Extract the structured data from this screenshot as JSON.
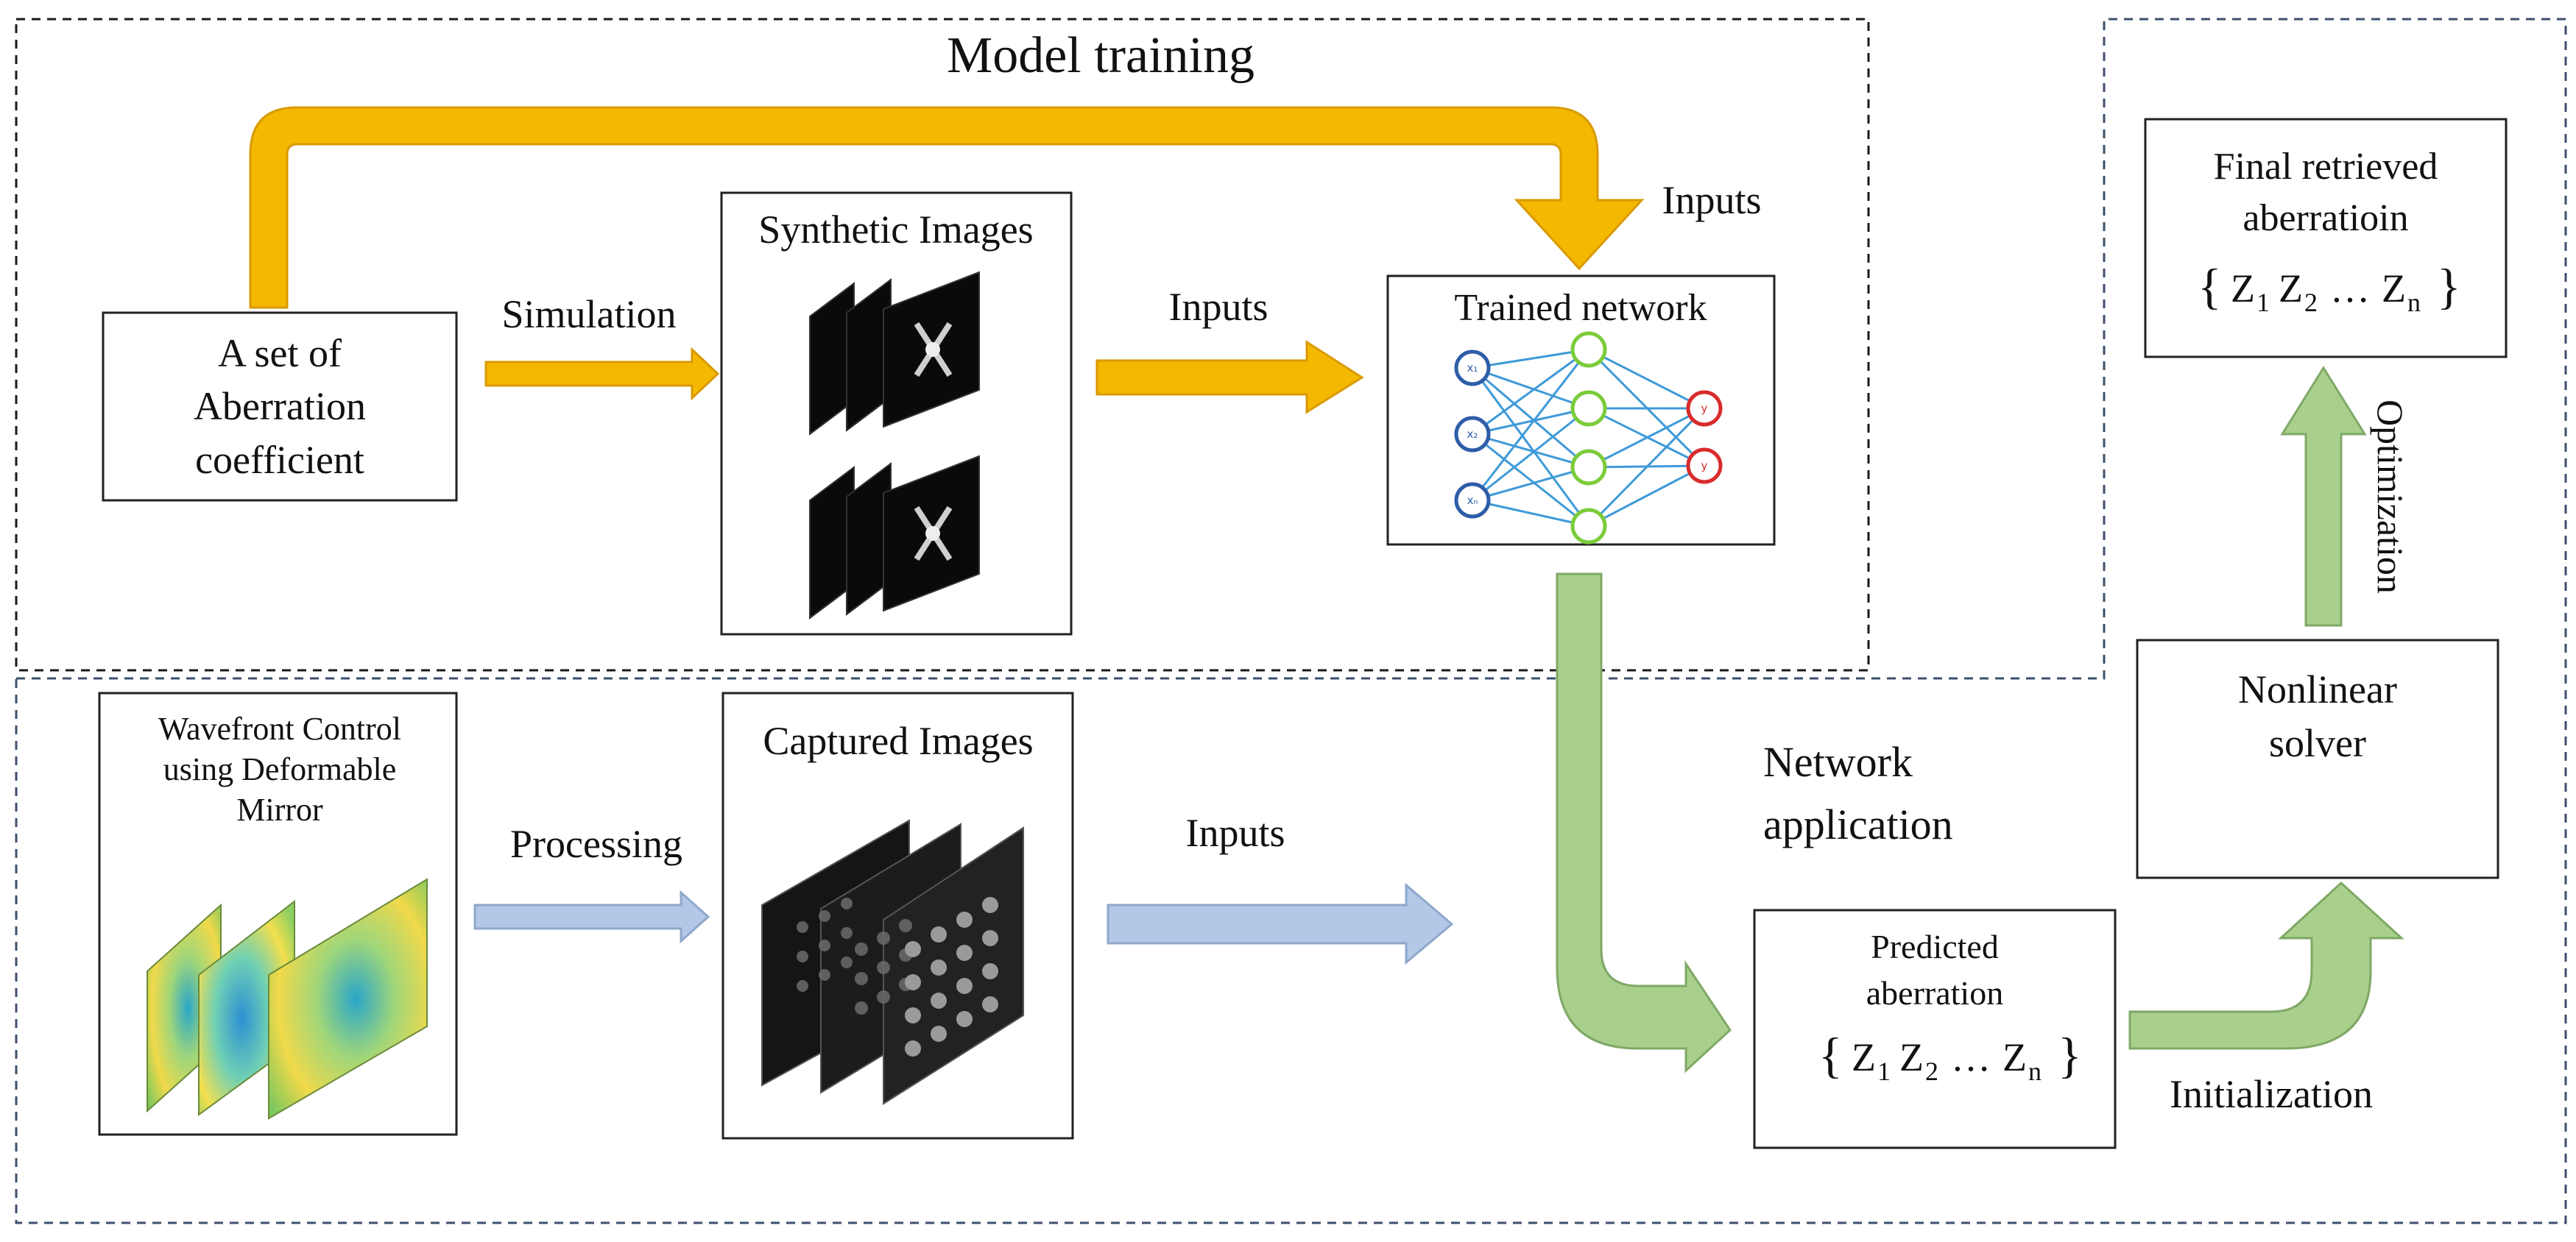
{
  "labels": {
    "model_training": "Model training",
    "inputs_top": "Inputs",
    "simulation": "Simulation",
    "inputs_mid": "Inputs",
    "processing": "Processing",
    "inputs_bottom": "Inputs",
    "network_application_1": "Network",
    "network_application_2": "application",
    "initialization": "Initialization",
    "optimization": "Optimization"
  },
  "boxes": {
    "aberration_set": [
      "A set of",
      "Aberration",
      "coefficient"
    ],
    "synthetic_images": "Synthetic Images",
    "trained_network": "Trained network",
    "wavefront_control": [
      "Wavefront Control",
      "using Deformable",
      "Mirror"
    ],
    "captured_images": "Captured Images",
    "predicted_aberration": [
      "Predicted",
      "aberration"
    ],
    "nonlinear_solver": [
      "Nonlinear",
      "solver"
    ],
    "final_aberration": [
      "Final retrieved",
      "aberratioin"
    ]
  },
  "formula": {
    "z": "Z",
    "sub1": "1",
    "sub2": "2",
    "ellipsis": "…",
    "subn": "n",
    "brace_open": "{",
    "brace_close": "}"
  },
  "neural_net": {
    "input_nodes": 3,
    "hidden_nodes": 4,
    "output_nodes": 2,
    "input_labels": [
      "x₁",
      "x₂",
      "xₙ"
    ],
    "output_labels": [
      "y",
      "y"
    ]
  },
  "colors": {
    "training_arrows": "#f5b800",
    "application_arrows": "#b3c7e6",
    "solver_arrows": "#a9cf8d",
    "training_region_border": "#1a1a1a",
    "application_region_border": "#3d4f6e",
    "input_node": "#2e5da8",
    "hidden_node": "#7ccc3a",
    "output_node": "#d92b2b",
    "edge": "#3f9ad8"
  }
}
